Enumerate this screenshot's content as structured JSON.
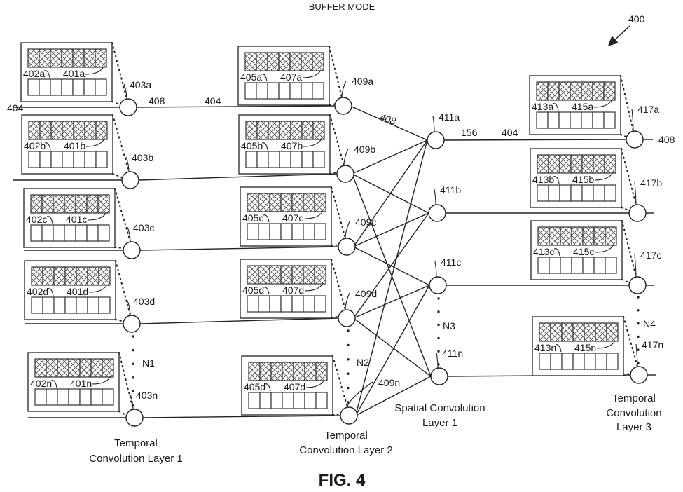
{
  "title": "BUFFER MODE",
  "figure_label": "FIG. 4",
  "reference": "400",
  "layers": [
    {
      "id": "tc1",
      "caption_lines": [
        "Temporal",
        "Convolution Layer 1"
      ],
      "count_label": "N1",
      "units": [
        {
          "node": "403a",
          "buffer": "402a",
          "buffer_hatched": "401a"
        },
        {
          "node": "403b",
          "buffer": "402b",
          "buffer_hatched": "401b"
        },
        {
          "node": "403c",
          "buffer": "402c",
          "buffer_hatched": "401c"
        },
        {
          "node": "403d",
          "buffer": "402d",
          "buffer_hatched": "401d"
        },
        {
          "node": "403n",
          "buffer": "402n",
          "buffer_hatched": "401n"
        }
      ]
    },
    {
      "id": "tc2",
      "caption_lines": [
        "Temporal",
        "Convolution Layer 2"
      ],
      "count_label": "N2",
      "units": [
        {
          "node": "409a",
          "buffer": "405a",
          "buffer_hatched": "407a"
        },
        {
          "node": "409b",
          "buffer": "405b",
          "buffer_hatched": "407b"
        },
        {
          "node": "409c",
          "buffer": "405c",
          "buffer_hatched": "407c"
        },
        {
          "node": "409d",
          "buffer": "405d",
          "buffer_hatched": "407d"
        },
        {
          "node": "409n",
          "buffer": "405d",
          "buffer_hatched": "407d"
        }
      ]
    },
    {
      "id": "sc1",
      "caption_lines": [
        "Spatial Convolution",
        "Layer 1"
      ],
      "count_label": "N3",
      "units": [
        {
          "node": "411a"
        },
        {
          "node": "411b"
        },
        {
          "node": "411c"
        },
        {
          "node": "411n"
        }
      ]
    },
    {
      "id": "tc3",
      "caption_lines": [
        "Temporal",
        "Convolution",
        "Layer 3"
      ],
      "count_label": "N4",
      "units": [
        {
          "node": "417a",
          "buffer": "413a",
          "buffer_hatched": "415a"
        },
        {
          "node": "417b",
          "buffer": "413b",
          "buffer_hatched": "415b"
        },
        {
          "node": "417c",
          "buffer": "413c",
          "buffer_hatched": "415c"
        },
        {
          "node": "417n",
          "buffer": "413n",
          "buffer_hatched": "415n"
        }
      ]
    }
  ],
  "buffer_cells": 7,
  "connections": [
    {
      "from": "409a",
      "to": "411a"
    },
    {
      "from": "409b",
      "to": "411a"
    },
    {
      "from": "409b",
      "to": "411b"
    },
    {
      "from": "409b",
      "to": "411n"
    },
    {
      "from": "409c",
      "to": "411a"
    },
    {
      "from": "409c",
      "to": "411b"
    },
    {
      "from": "409c",
      "to": "411c"
    },
    {
      "from": "409d",
      "to": "411b"
    },
    {
      "from": "409d",
      "to": "411c"
    },
    {
      "from": "409d",
      "to": "411n"
    },
    {
      "from": "409n",
      "to": "411a"
    },
    {
      "from": "409n",
      "to": "411c"
    },
    {
      "from": "409n",
      "to": "411n"
    }
  ],
  "wire_labels": {
    "input_left": "404",
    "tc1_out_1": "408",
    "tc1_out_2": "404",
    "tc2_out": "408",
    "sc_out_1": "156",
    "sc_out_2": "404",
    "output_right": "408"
  }
}
